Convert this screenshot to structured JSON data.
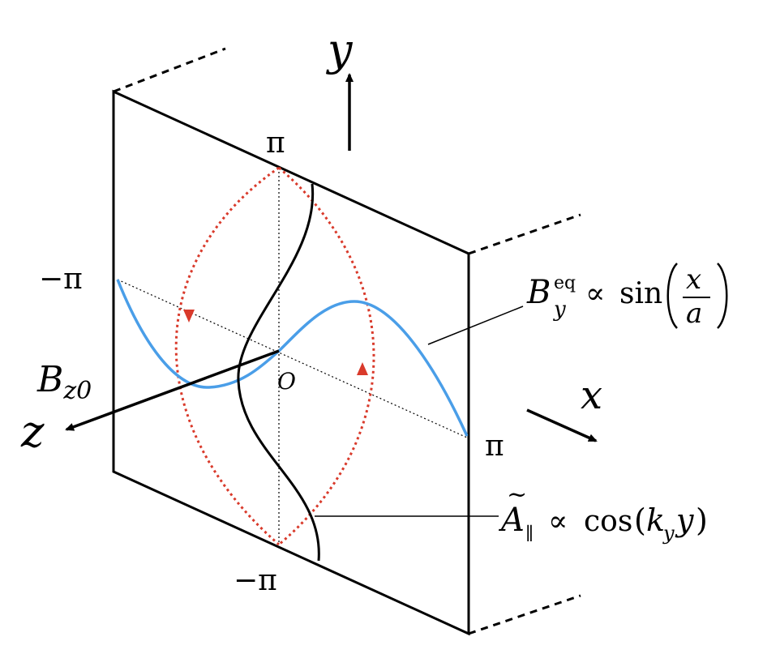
{
  "labels": {
    "y_axis": "y",
    "x_axis": "x",
    "z_axis": "z",
    "origin": "O",
    "y_top": "π",
    "y_bottom": "−π",
    "x_left": "−π",
    "x_right": "π",
    "bz0": {
      "main": "B",
      "sub": "z0"
    },
    "by": {
      "main": "B",
      "sub": "y",
      "sup": "eq",
      "prop": "∝",
      "fn": "sin",
      "num": "x",
      "den": "a"
    },
    "apar": {
      "tilde": "~",
      "main": "A",
      "sub": "∥",
      "prop": "∝",
      "fn": "cos",
      "open": "(",
      "k": "k",
      "ksub": "y",
      "arg": "y",
      "close": ")"
    }
  },
  "colors": {
    "frame": "#000000",
    "blue_curve": "#4a9ee8",
    "red_dotted": "#d93a2b",
    "black_curve": "#000000"
  }
}
